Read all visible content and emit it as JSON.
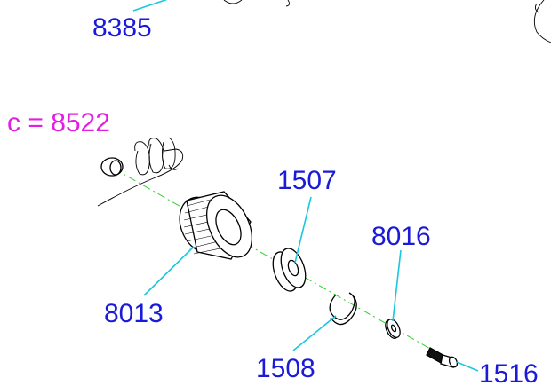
{
  "diagram": {
    "code_label": "c = 8522",
    "colors": {
      "callout": "#1a1ad8",
      "code": "#e21ee2",
      "leader": "#19c8e0",
      "axis": "#2ed12e"
    },
    "callouts": [
      {
        "id": "8385",
        "text": "8385"
      },
      {
        "id": "1507",
        "text": "1507"
      },
      {
        "id": "8016",
        "text": "8016"
      },
      {
        "id": "8013",
        "text": "8013"
      },
      {
        "id": "1508",
        "text": "1508"
      },
      {
        "id": "1516",
        "text": "1516"
      }
    ]
  }
}
